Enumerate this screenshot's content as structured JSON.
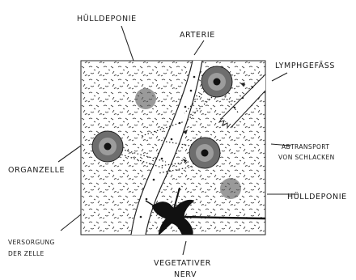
{
  "labels": {
    "top_waste": "HÜLLDEPONIE",
    "artery": "ARTERIE",
    "lymph": "LYMPHGEFÄSS",
    "removal_line1": "ABTRANSPORT",
    "removal_line2": "VON SCHLACKEN",
    "right_waste": "HÜLLDEPONIE",
    "organ_cell": "ORGANZELLE",
    "supply_line1": "VERSORGUNG",
    "supply_line2": "DER ZELLE",
    "nerve_line1": "VEGETATIVER",
    "nerve_line2": "NERV"
  },
  "colors": {
    "ink": "#1a1a1a",
    "cell": "#6e6e6e",
    "waste": "#9a9a9a"
  }
}
